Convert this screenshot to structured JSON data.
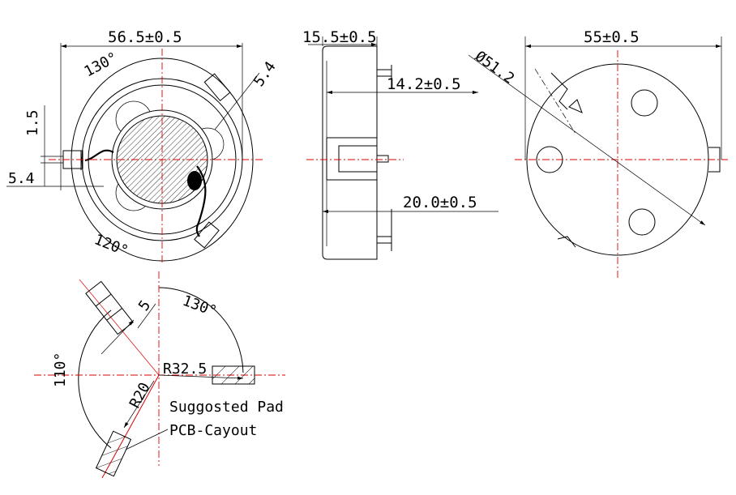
{
  "front_view": {
    "width_dim": "56.5±0.5",
    "angle_top": "130°",
    "angle_bottom": "120°",
    "tab_dim": "5.4",
    "slot_height_dim": "1.5",
    "slot_depth_dim": "5.4"
  },
  "side_view": {
    "height_dim": "15.5±0.5",
    "body_dim": "14.2±0.5",
    "pin_dim": "20.0±0.5"
  },
  "back_view": {
    "width_dim": "55±0.5",
    "diameter_dim": "Ø51.2"
  },
  "pad_layout": {
    "angle_top": "130°",
    "angle_left": "110°",
    "pad_width_dim": "5",
    "radius_outer": "R32.5",
    "radius_inner": "R20",
    "label_line1": "Suggosted Pad",
    "label_line2": "PCB-Cayout"
  },
  "colors": {
    "centerline": "#dd0000",
    "line": "#000000"
  }
}
